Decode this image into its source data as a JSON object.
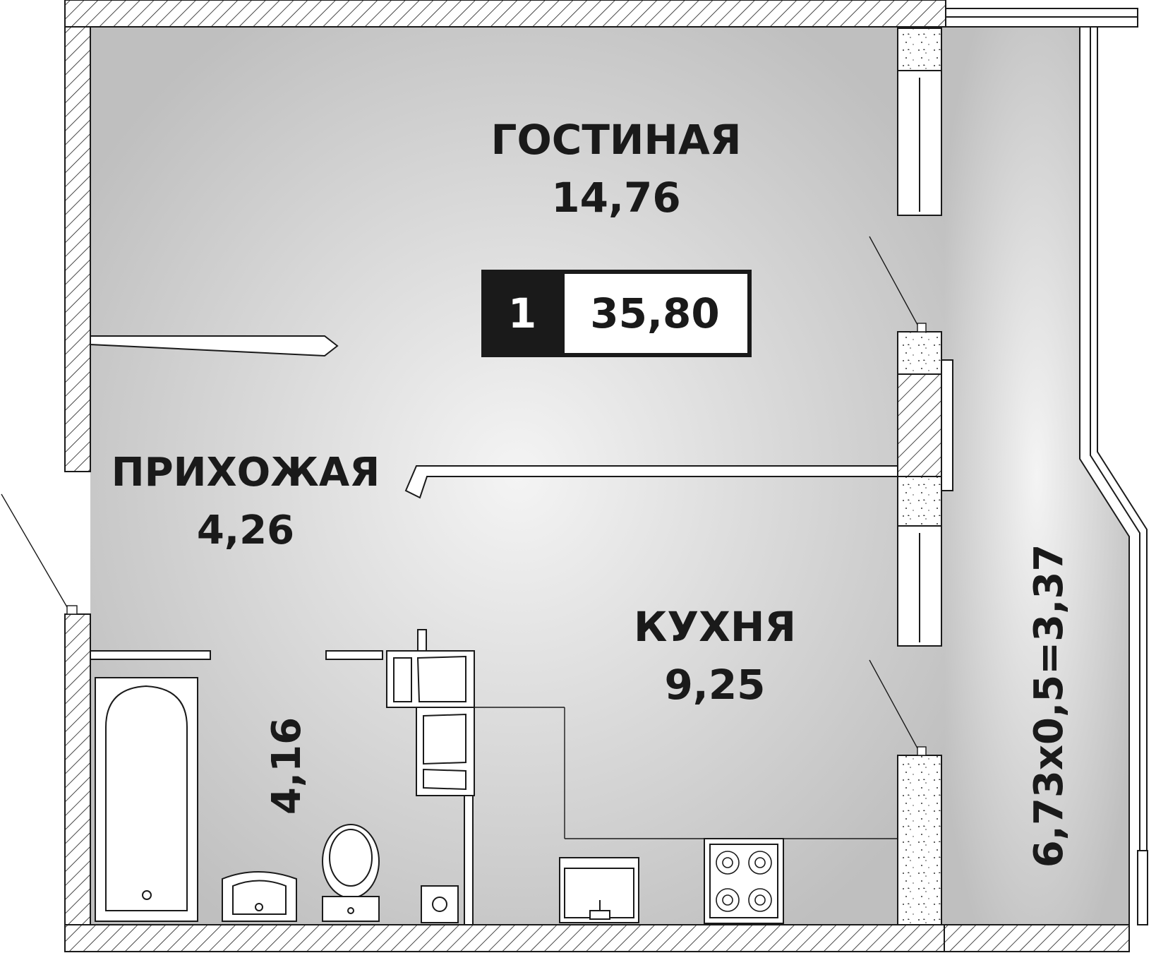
{
  "apartment": {
    "rooms_count": "1",
    "total_area": "35,80"
  },
  "rooms": {
    "living_room": {
      "name": "ГОСТИНАЯ",
      "area": "14,76"
    },
    "hallway": {
      "name": "ПРИХОЖАЯ",
      "area": "4,26"
    },
    "kitchen": {
      "name": "КУХНЯ",
      "area": "9,25"
    },
    "bathroom": {
      "area": "4,16"
    }
  },
  "loggia": {
    "area_formula": "6,73x0,5=3,37"
  },
  "colors": {
    "floor_light": "#f1f1f1",
    "floor_dark": "#bdbdbd",
    "wall_outline": "#1a1a1a",
    "badge_dark": "#1a1a1a",
    "badge_light": "#ffffff"
  }
}
